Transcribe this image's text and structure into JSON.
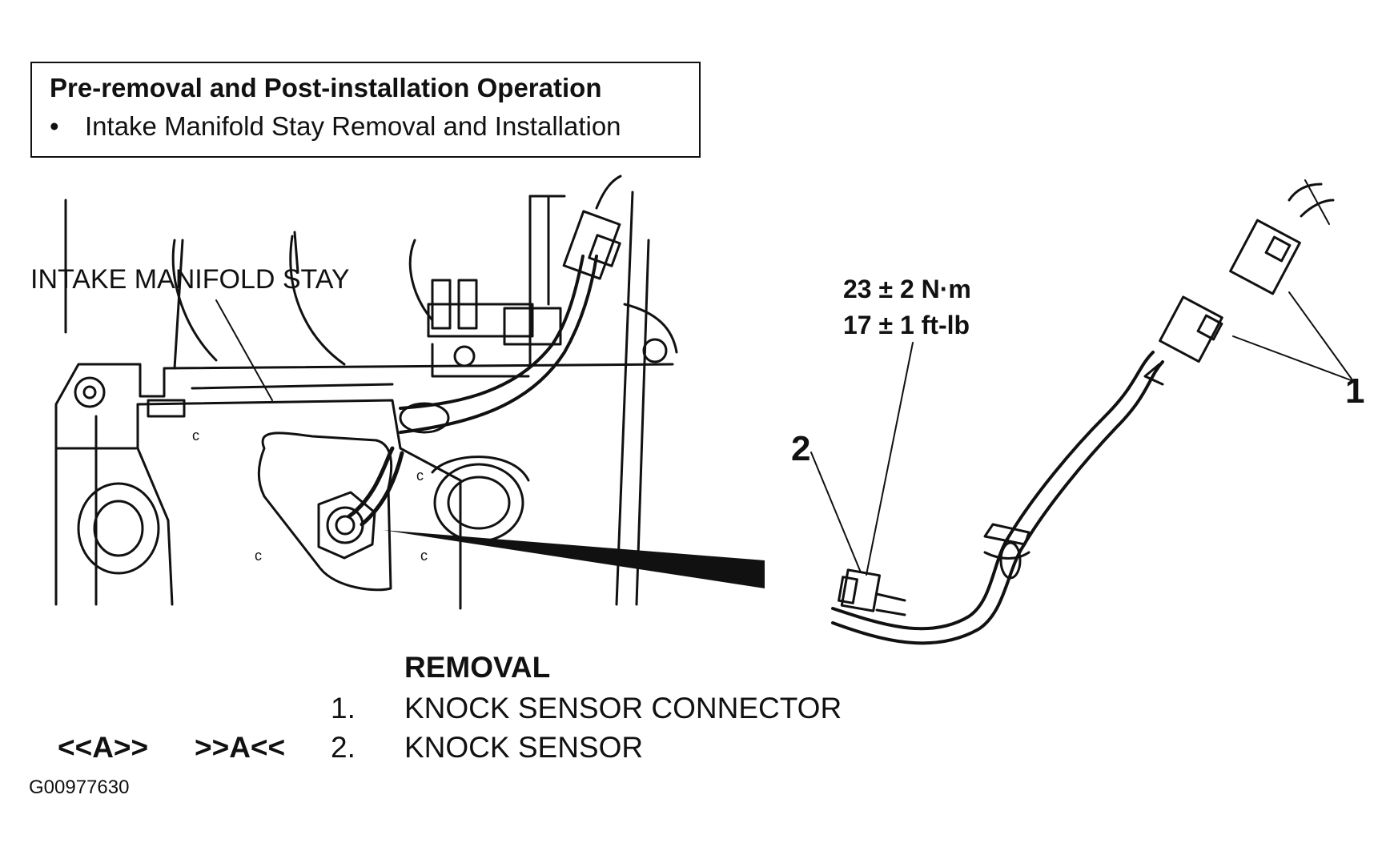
{
  "procedure_box": {
    "title": "Pre-removal and Post-installation Operation",
    "bullet": "•",
    "item": "Intake Manifold Stay Removal and Installation"
  },
  "engine_view": {
    "label": "INTAKE MANIFOLD STAY"
  },
  "sensor_detail": {
    "torque_nm": "23 ± 2 N·m",
    "torque_ftlb": "17 ± 1 ft-lb",
    "callout_connector": "1",
    "callout_sensor": "2"
  },
  "removal": {
    "title": "REMOVAL",
    "steps": [
      {
        "num": "1.",
        "text": "KNOCK SENSOR CONNECTOR",
        "mark_removal": "",
        "mark_install": ""
      },
      {
        "num": "2.",
        "text": "KNOCK SENSOR",
        "mark_removal": "<<A>>",
        "mark_install": ">>A<<"
      }
    ]
  },
  "figure_id": "G00977630"
}
